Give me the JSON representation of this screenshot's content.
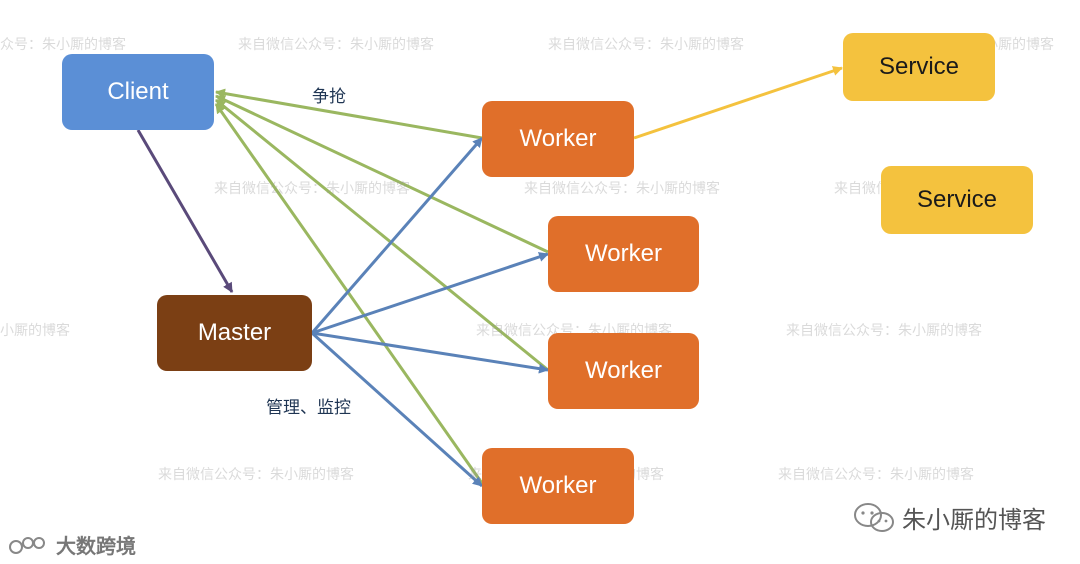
{
  "nodes": {
    "client": "Client",
    "master": "Master",
    "worker_1": "Worker",
    "worker_2": "Worker",
    "worker_3": "Worker",
    "worker_4": "Worker",
    "service_1": "Service",
    "service_2": "Service"
  },
  "labels": {
    "compete": "争抢",
    "manage": "管理、监控"
  },
  "watermark": "来自微信公众号：朱小厮的博客",
  "watermark_partial": "小厮的博客",
  "watermark_partial_2": "信公众号：朱小厮的博客",
  "watermark_partial_3": "信公众号：朱小",
  "brand_right": "朱小厮的博客",
  "brand_left": "大数跨境",
  "colors": {
    "client": "#5b8fd6",
    "master": "#7b3f14",
    "worker": "#e06f2a",
    "service": "#f4c23e",
    "edge_green": "#9ab760",
    "edge_blue": "#5a82b8",
    "edge_purple": "#5a4a7a",
    "edge_yellow": "#f4c23e"
  }
}
